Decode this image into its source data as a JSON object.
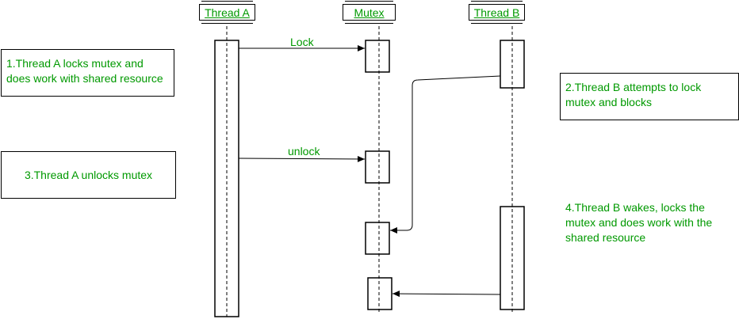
{
  "participants": {
    "thread_a": "Thread A",
    "mutex": "Mutex",
    "thread_b": "Thread B"
  },
  "messages": {
    "lock": "Lock",
    "unlock": "unlock"
  },
  "notes": {
    "note1": [
      "1.Thread A locks mutex and",
      "does work with shared resource"
    ],
    "note2": [
      "2.Thread B attempts to lock",
      "mutex and blocks"
    ],
    "note3": "3.Thread A unlocks mutex",
    "note4": [
      "4.Thread B wakes, locks the",
      "mutex and does work with the",
      "shared resource"
    ]
  },
  "colors": {
    "text": "#009900",
    "lines": "#000000",
    "background": "#ffffff"
  }
}
